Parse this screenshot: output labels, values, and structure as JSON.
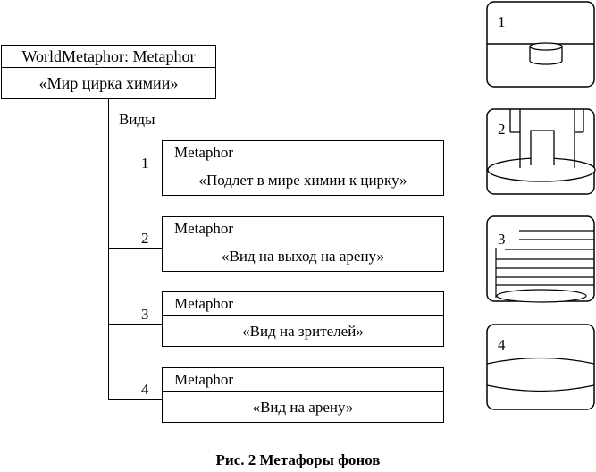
{
  "root": {
    "header": "WorldMetaphor: Metaphor",
    "body": "«Мир цирка химии»"
  },
  "views_label": "Виды",
  "items": [
    {
      "num": "1",
      "header": "Metaphor",
      "body": "«Подлет в мире химии к цирку»"
    },
    {
      "num": "2",
      "header": "Metaphor",
      "body": "«Вид на выход на арену»"
    },
    {
      "num": "3",
      "header": "Metaphor",
      "body": "«Вид на зрителей»"
    },
    {
      "num": "4",
      "header": "Metaphor",
      "body": "«Вид на арену»"
    }
  ],
  "thumbnails": [
    {
      "num": "1",
      "icon": "podium-icon"
    },
    {
      "num": "2",
      "icon": "arena-entrance-icon"
    },
    {
      "num": "3",
      "icon": "audience-stands-icon"
    },
    {
      "num": "4",
      "icon": "arena-floor-icon"
    }
  ],
  "caption": "Рис. 2 Метафоры фонов"
}
